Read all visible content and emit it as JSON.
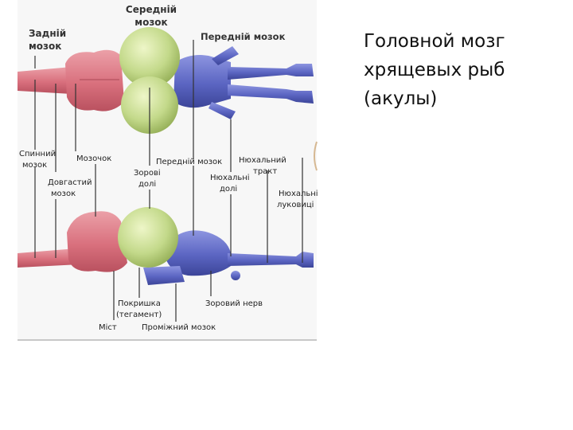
{
  "slide": {
    "title_lines": [
      "Головной мозг",
      "хрящевых рыб",
      "(акулы)"
    ]
  },
  "diagram": {
    "top_labels": {
      "hindbrain": [
        "Задній",
        "мозок"
      ],
      "midbrain": [
        "Середній",
        "мозок"
      ],
      "forebrain": "Передній мозок"
    },
    "middle_labels": {
      "spinal_cord": [
        "Спинний",
        "мозок"
      ],
      "cerebellum": "Мозочок",
      "medulla": [
        "Довгастий",
        "мозок"
      ],
      "optic_lobes": [
        "Зорові",
        "долі"
      ],
      "forebrain": "Передній мозок",
      "olfactory_lobes": [
        "Нюхальні",
        "долі"
      ],
      "olfactory_tract": [
        "Нюхальний",
        "тракт"
      ],
      "olfactory_bulbs": [
        "Нюхальні",
        "луковиці"
      ]
    },
    "bottom_labels": {
      "tegmentum": [
        "Покришка",
        "(тегамент)"
      ],
      "optic_nerve": "Зоровий нерв",
      "pons": "Міст",
      "diencephalon": "Проміжний мозок"
    },
    "colors": {
      "hindbrain": "#d9707d",
      "midbrain": "#c3d98a",
      "forebrain": "#5b65c2",
      "background_strip": "#f2f2f2"
    }
  }
}
